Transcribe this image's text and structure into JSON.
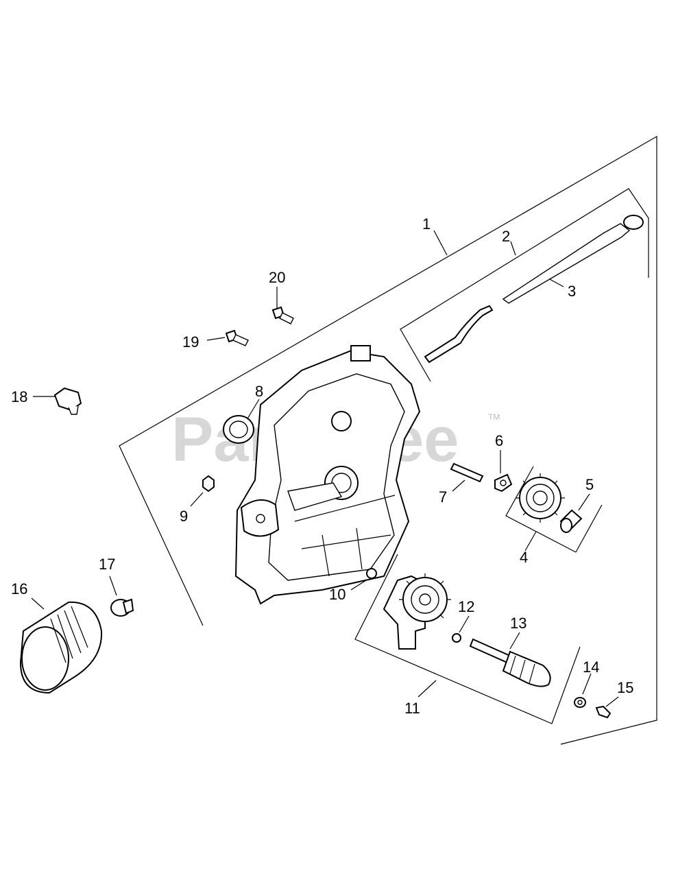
{
  "watermark": {
    "brand": "PartsTree",
    "trademark": "TM"
  },
  "callouts": [
    {
      "id": "1",
      "label": "1"
    },
    {
      "id": "2",
      "label": "2"
    },
    {
      "id": "3",
      "label": "3"
    },
    {
      "id": "4",
      "label": "4"
    },
    {
      "id": "5",
      "label": "5"
    },
    {
      "id": "6",
      "label": "6"
    },
    {
      "id": "7",
      "label": "7"
    },
    {
      "id": "8",
      "label": "8"
    },
    {
      "id": "9",
      "label": "9"
    },
    {
      "id": "10",
      "label": "10"
    },
    {
      "id": "11",
      "label": "11"
    },
    {
      "id": "12",
      "label": "12"
    },
    {
      "id": "13",
      "label": "13"
    },
    {
      "id": "14",
      "label": "14"
    },
    {
      "id": "15",
      "label": "15"
    },
    {
      "id": "16",
      "label": "16"
    },
    {
      "id": "17",
      "label": "17"
    },
    {
      "id": "18",
      "label": "18"
    },
    {
      "id": "19",
      "label": "19"
    },
    {
      "id": "20",
      "label": "20"
    }
  ]
}
